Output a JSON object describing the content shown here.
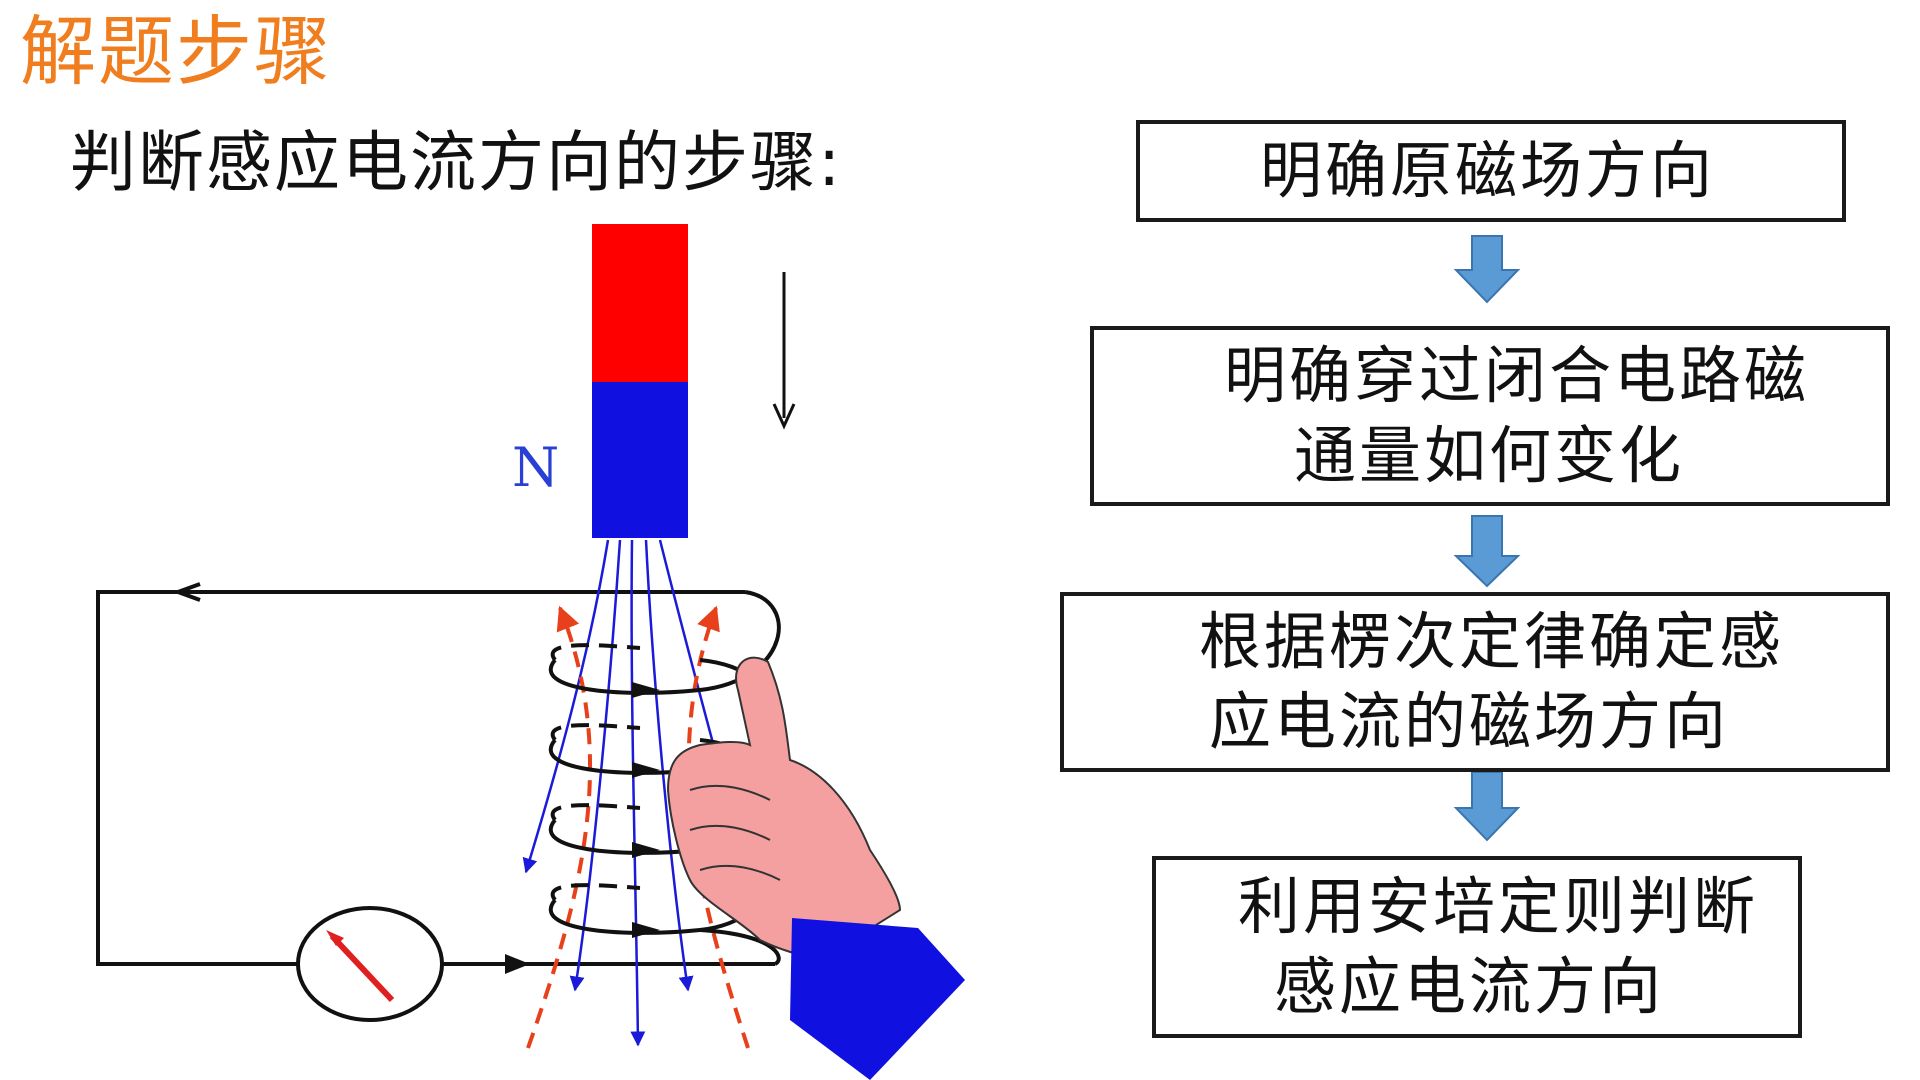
{
  "header": {
    "title": "解题步骤",
    "subtitle": "判断感应电流方向的步骤:"
  },
  "diagram": {
    "magnet_pole_label": "N"
  },
  "steps": [
    {
      "lines": [
        "明确原磁场方向"
      ]
    },
    {
      "lines": [
        "明确穿过闭合电路磁",
        "通量如何变化"
      ]
    },
    {
      "lines": [
        "根据楞次定律确定感",
        "应电流的磁场方向"
      ]
    },
    {
      "lines": [
        "利用安培定则判断",
        "感应电流方向"
      ]
    }
  ],
  "colors": {
    "title": "#f07d1e",
    "magnet_north": "#1010e0",
    "magnet_south": "#ff0000",
    "field_lines": "#1a1ad8",
    "induced_field": "#e8401a",
    "hand_skin": "#f4a0a0",
    "sleeve": "#1010e0",
    "flow_arrow": "#5b9bd5"
  }
}
